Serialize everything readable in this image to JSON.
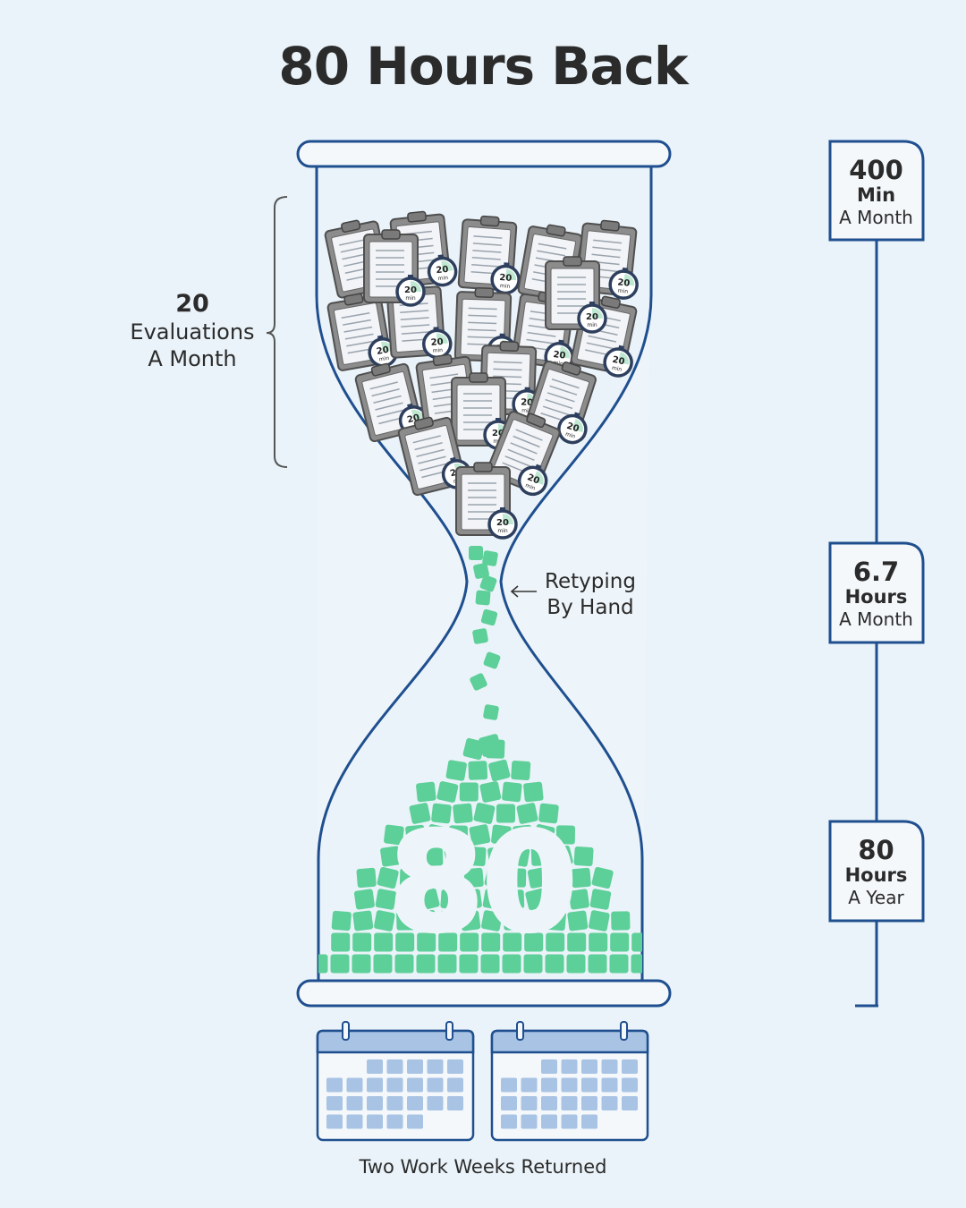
{
  "title": "80 Hours Back",
  "evaluations": {
    "value": "20",
    "line1": "Evaluations",
    "line2": "A Month"
  },
  "retyping": {
    "line1": "Retyping",
    "line2": "By Hand",
    "arrow": "left-arrow-icon"
  },
  "clipboard_badge": {
    "value": "20",
    "unit": "min",
    "count": 20
  },
  "sand_number": "80",
  "timeline": [
    {
      "value": "400",
      "unit": "Min",
      "period": "A Month"
    },
    {
      "value": "6.7",
      "unit": "Hours",
      "period": "A Month"
    },
    {
      "value": "80",
      "unit": "Hours",
      "period": "A Year"
    }
  ],
  "caption": "Two Work Weeks Returned",
  "colors": {
    "outline": "#1f4f8f",
    "sand": "#5dcf98",
    "calendar": "#a9c3e4",
    "background": "#eaf3f9",
    "clipboard": "#6b6b6b"
  }
}
